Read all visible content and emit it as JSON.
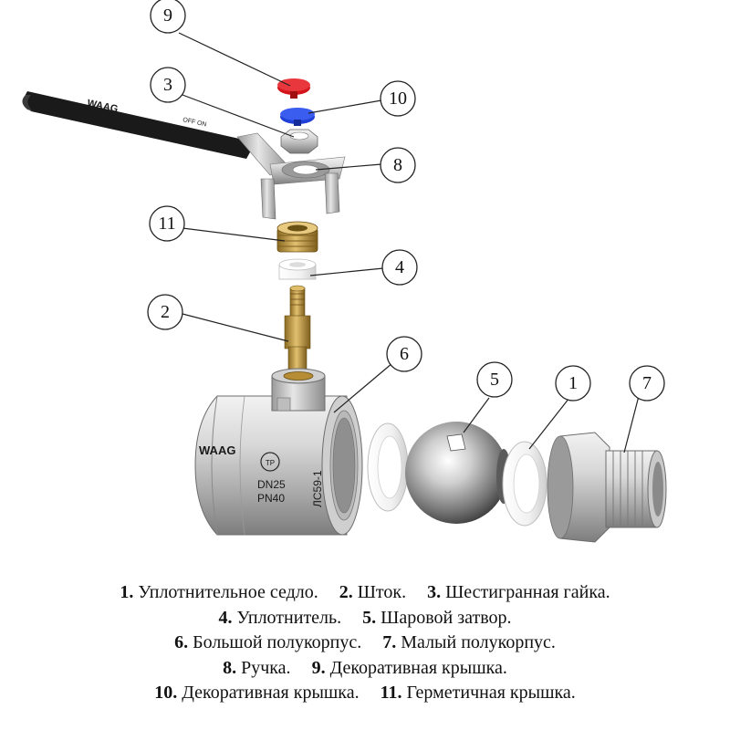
{
  "callouts": [
    "1",
    "2",
    "3",
    "4",
    "5",
    "6",
    "7",
    "8",
    "9",
    "10",
    "11"
  ],
  "markings": {
    "handle_brand": "WAAG",
    "handle_text": "OFF ON",
    "body_brand": "WAAG",
    "body_size": "DN25",
    "body_pressure": "PN40",
    "body_material": "ЛС59-1",
    "cert_mark": "ТР"
  },
  "colors": {
    "cap_red": "#d4161c",
    "cap_blue": "#1f3fd6",
    "brass": "#c9a24a",
    "chrome": "#cfcfcf",
    "handle": "#1a1a1a"
  },
  "legend": [
    [
      {
        "num": "1.",
        "text": "Уплотнительное седло."
      },
      {
        "num": "2.",
        "text": "Шток."
      },
      {
        "num": "3.",
        "text": "Шестигранная гайка."
      }
    ],
    [
      {
        "num": "4.",
        "text": "Уплотнитель."
      },
      {
        "num": "5.",
        "text": "Шаровой затвор."
      }
    ],
    [
      {
        "num": "6.",
        "text": "Большой полукорпус."
      },
      {
        "num": "7.",
        "text": "Малый полукорпус."
      }
    ],
    [
      {
        "num": "8.",
        "text": "Ручка."
      },
      {
        "num": "9.",
        "text": "Декоративная крышка."
      }
    ],
    [
      {
        "num": "10.",
        "text": "Декоративная крышка."
      },
      {
        "num": "11.",
        "text": "Герметичная крышка."
      }
    ]
  ]
}
